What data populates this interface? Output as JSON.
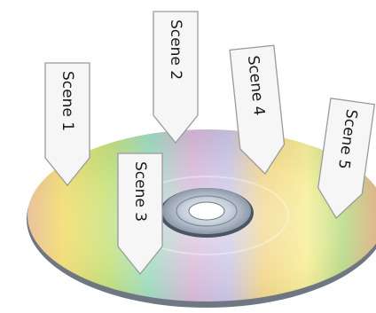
{
  "scenes": [
    {
      "label": "Scene 1"
    },
    {
      "label": "Scene 2"
    },
    {
      "label": "Scene 3"
    },
    {
      "label": "Scene 4"
    },
    {
      "label": "Scene 5"
    }
  ],
  "colors": {
    "tag_fill": "#f6f6f6",
    "tag_stroke": "#9a9a9a",
    "hub": "#b9c3cf"
  }
}
